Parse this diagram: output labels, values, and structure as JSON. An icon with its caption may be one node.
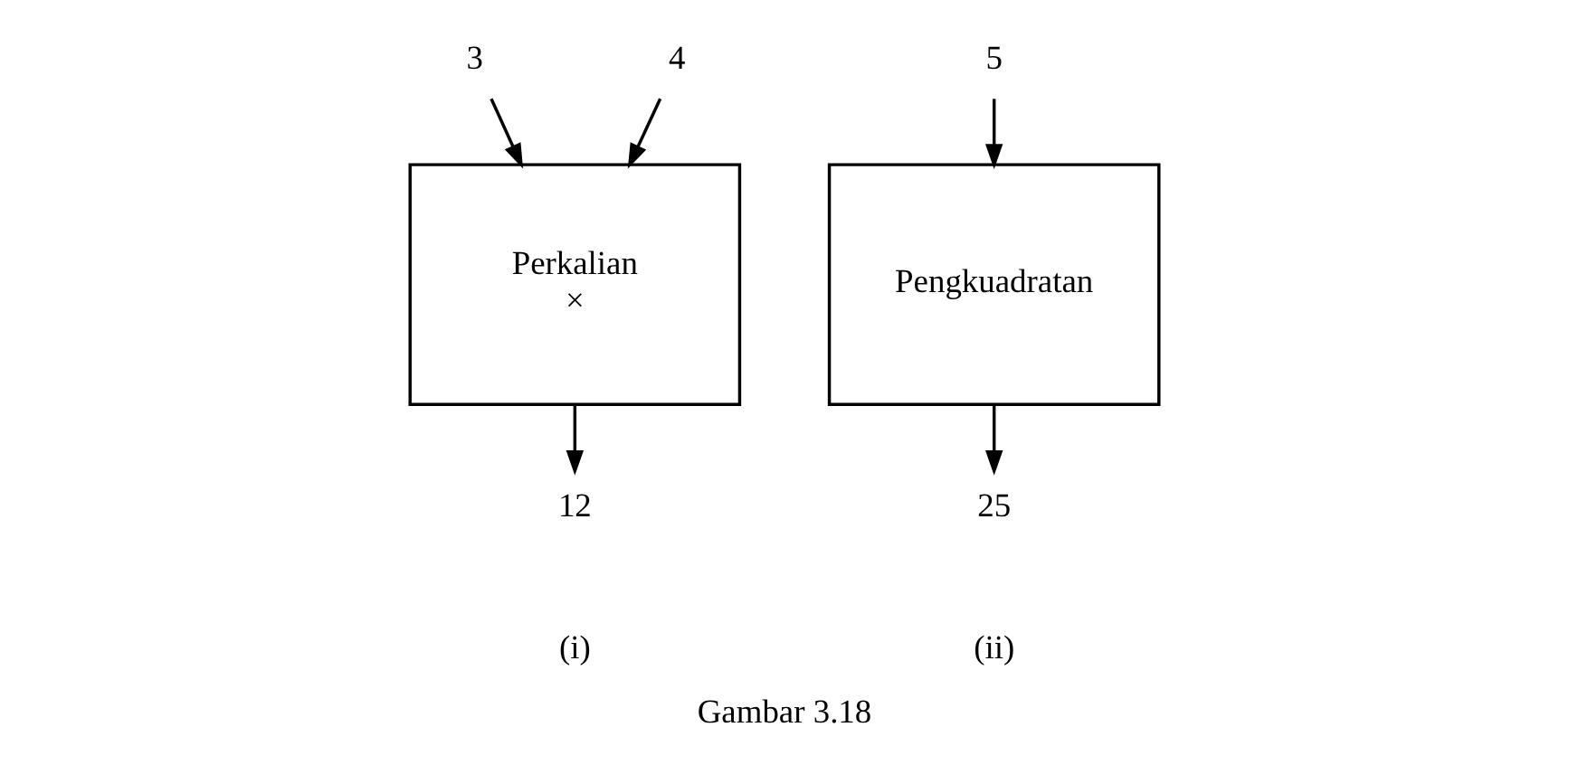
{
  "diagram": {
    "caption": "Gambar 3.18",
    "nodes": [
      {
        "text": [
          "3"
        ]
      },
      {
        "text": [
          "4"
        ]
      },
      {
        "text": [
          "Perkalian",
          "×"
        ]
      },
      {
        "text": [
          "12"
        ]
      },
      {
        "text": [
          "5"
        ]
      },
      {
        "text": [
          "Pengkuadratan"
        ]
      },
      {
        "text": [
          "25"
        ]
      }
    ],
    "edges": [
      {
        "from": 0,
        "to": 2,
        "arrow": "to"
      },
      {
        "from": 1,
        "to": 2,
        "arrow": "to"
      },
      {
        "from": 2,
        "to": 3,
        "arrow": "to"
      },
      {
        "from": 4,
        "to": 5,
        "arrow": "to"
      },
      {
        "from": 5,
        "to": 6,
        "arrow": "to"
      }
    ],
    "labels": [
      "(i)",
      "(ii)"
    ]
  }
}
